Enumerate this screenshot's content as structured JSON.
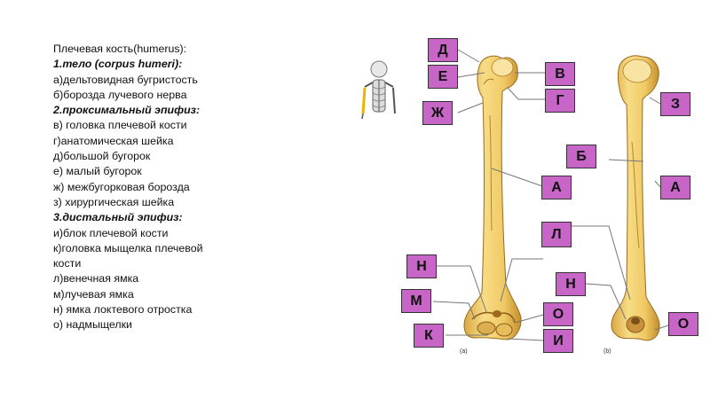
{
  "text": {
    "title": "Плечевая кость(humerus):",
    "items": [
      {
        "text": "1.тело (corpus humeri):",
        "kind": "section"
      },
      {
        "text": "а)дельтовидная бугристость",
        "kind": "item"
      },
      {
        "text": "б)борозда лучевого нерва",
        "kind": "item"
      },
      {
        "text": "2.проксимальный эпифиз:",
        "kind": "section"
      },
      {
        "text": "в) головка плечевой кости",
        "kind": "item"
      },
      {
        "text": "г)анатомическая шейка",
        "kind": "item"
      },
      {
        "text": "д)большой бугорок",
        "kind": "item"
      },
      {
        "text": "е) малый бугорок",
        "kind": "item"
      },
      {
        "text": "ж) межбугорковая борозда",
        "kind": "item"
      },
      {
        "text": "з) хирургическая шейка",
        "kind": "item"
      },
      {
        "text": "3.дистальный эпифиз:",
        "kind": "section"
      },
      {
        "text": "и)блок плечевой кости",
        "kind": "item"
      },
      {
        "text": "к)головка мыщелка плечевой",
        "kind": "item"
      },
      {
        "text": "кости",
        "kind": "item"
      },
      {
        "text": "л)венечная ямка",
        "kind": "item"
      },
      {
        "text": "м)лучевая ямка",
        "kind": "item"
      },
      {
        "text": "н) ямка локтевого отростка",
        "kind": "item"
      },
      {
        "text": "о) надмыщелки",
        "kind": "item"
      }
    ]
  },
  "labels": {
    "d": "Д",
    "e": "Е",
    "zh": "Ж",
    "v": "В",
    "g": "Г",
    "b": "Б",
    "a_left": "А",
    "l": "Л",
    "n_left": "Н",
    "m": "М",
    "k": "К",
    "n_mid": "Н",
    "o_mid": "О",
    "i": "И",
    "z": "З",
    "a_right": "А",
    "o_right": "О"
  },
  "captions": {
    "left": "(a)",
    "right": "(b)"
  },
  "colors": {
    "label_fill": "#c766c7",
    "bone": "#f2cf6e",
    "bone_shadow": "#c9962f"
  }
}
